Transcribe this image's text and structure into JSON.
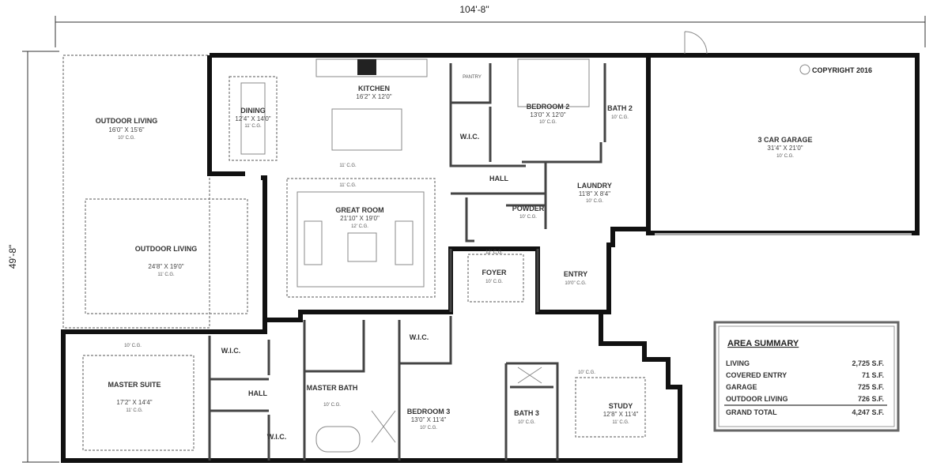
{
  "dimensions": {
    "width": "104'-8\"",
    "depth": "49'-8\""
  },
  "copyright": "COPYRIGHT 2016",
  "rooms": {
    "outdoor_living_1": {
      "name": "OUTDOOR LIVING",
      "size": "16'0\" X 15'6\"",
      "ceiling": "10' C.G."
    },
    "dining": {
      "name": "DINING",
      "size": "12'4\" X 14'0\"",
      "ceiling": "11' C.G."
    },
    "kitchen": {
      "name": "KITCHEN",
      "size": "16'2\" X 12'0\""
    },
    "kitchen_ceiling": "11' C.G.",
    "pantry": {
      "name": "PANTRY"
    },
    "bedroom_2": {
      "name": "BEDROOM 2",
      "size": "13'0\" X 12'0\"",
      "ceiling": "10' C.G."
    },
    "bath_2": {
      "name": "BATH 2",
      "ceiling": "10' C.G."
    },
    "garage": {
      "name": "3 CAR GARAGE",
      "size": "31'4\" X 21'0\"",
      "ceiling": "10' C.G."
    },
    "wic_1": {
      "name": "W.I.C."
    },
    "hall_1": {
      "name": "HALL"
    },
    "laundry": {
      "name": "LAUNDRY",
      "size": "11'8\" X 8'4\"",
      "ceiling": "10' C.G."
    },
    "powder": {
      "name": "POWDER",
      "ceiling": "10' C.G."
    },
    "great_room": {
      "name": "GREAT ROOM",
      "size": "21'10\" X 19'0\"",
      "ceiling": "12' C.G.",
      "ceiling_outer": "11' C.G."
    },
    "outdoor_living_2": {
      "name": "OUTDOOR LIVING",
      "size": "24'8\" X 19'0\"",
      "ceiling": "11' C.G."
    },
    "foyer": {
      "name": "FOYER",
      "ceiling": "10' C.G.",
      "ceiling_outer": "12' C.G."
    },
    "entry": {
      "name": "ENTRY",
      "ceiling": "10'0\" C.G."
    },
    "master_suite": {
      "name": "MASTER SUITE",
      "size": "17'2\" X 14'4\"",
      "ceiling": "11' C.G.",
      "ceiling_outer": "10' C.G."
    },
    "wic_2": {
      "name": "W.I.C."
    },
    "hall_2": {
      "name": "HALL"
    },
    "wic_3": {
      "name": "W.I.C."
    },
    "master_bath": {
      "name": "MASTER BATH",
      "ceiling": "10' C.G."
    },
    "wic_4": {
      "name": "W.I.C."
    },
    "bedroom_3": {
      "name": "BEDROOM 3",
      "size": "13'0\" X 11'4\"",
      "ceiling": "10' C.G."
    },
    "bath_3": {
      "name": "BATH 3",
      "ceiling": "10' C.G."
    },
    "study": {
      "name": "STUDY",
      "size": "12'8\" X 11'4\"",
      "ceiling": "11' C.G.",
      "ceiling_outer": "10' C.G."
    }
  },
  "area_summary": {
    "title": "AREA SUMMARY",
    "rows": [
      {
        "label": "LIVING",
        "value": "2,725 S.F."
      },
      {
        "label": "COVERED ENTRY",
        "value": "71 S.F."
      },
      {
        "label": "GARAGE",
        "value": "725 S.F."
      },
      {
        "label": "OUTDOOR LIVING",
        "value": "726 S.F."
      }
    ],
    "total": {
      "label": "GRAND TOTAL",
      "value": "4,247 S.F."
    }
  }
}
